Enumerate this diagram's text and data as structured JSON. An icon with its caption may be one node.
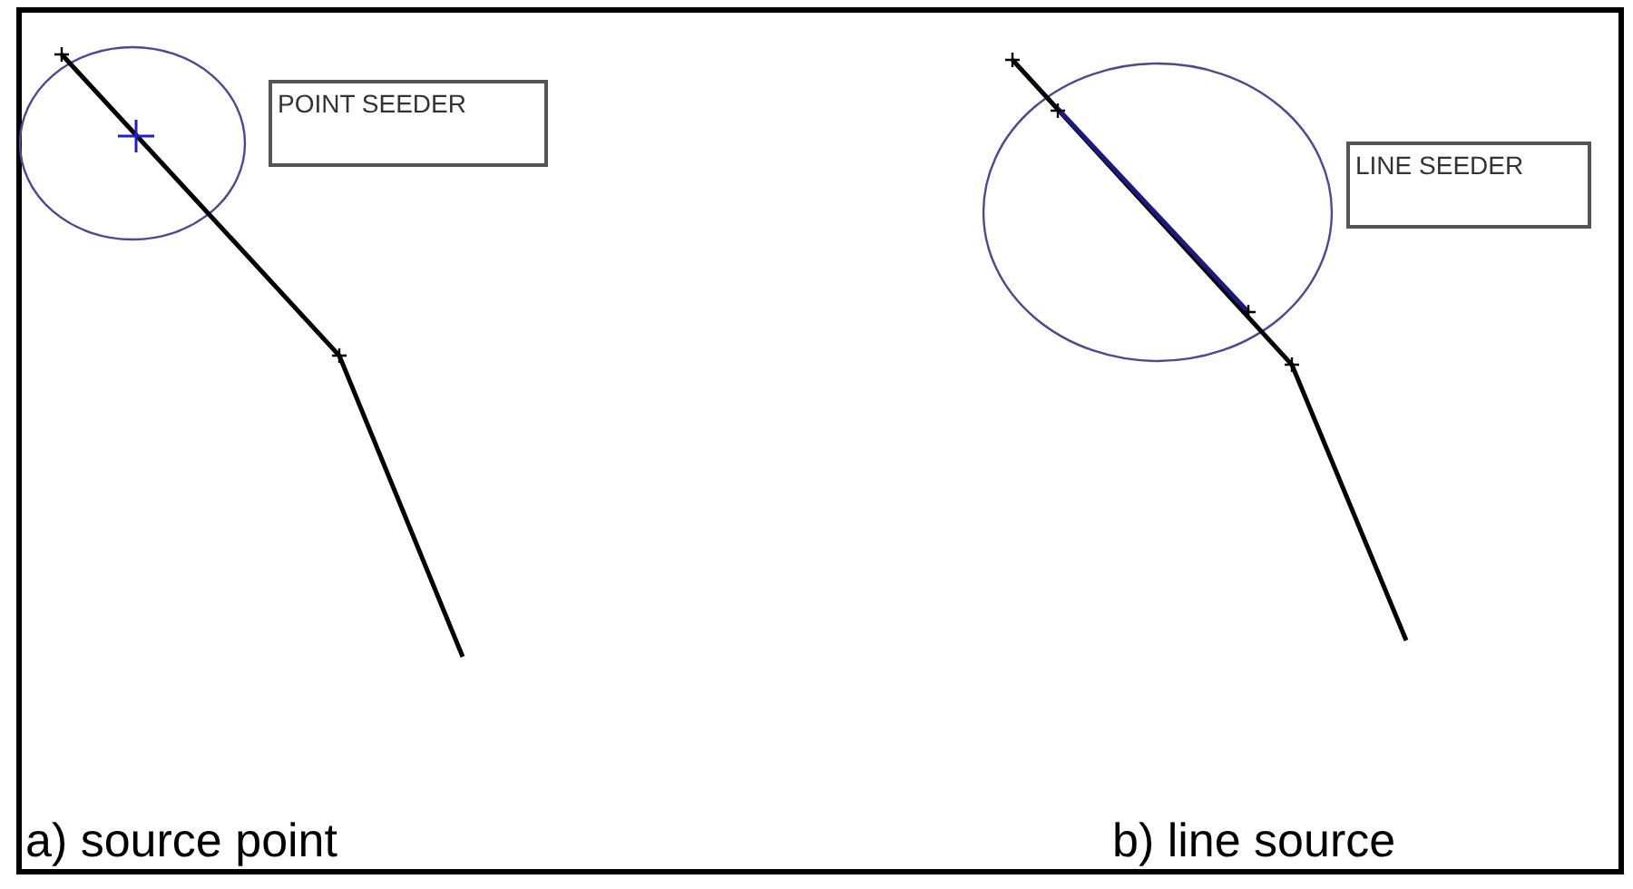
{
  "diagram": {
    "nodes": [
      {
        "text": [
          "POINT SEEDER"
        ]
      },
      {
        "text": [
          "LINE SEEDER"
        ]
      }
    ],
    "labels": [
      "a) source point",
      "b) line source"
    ]
  }
}
